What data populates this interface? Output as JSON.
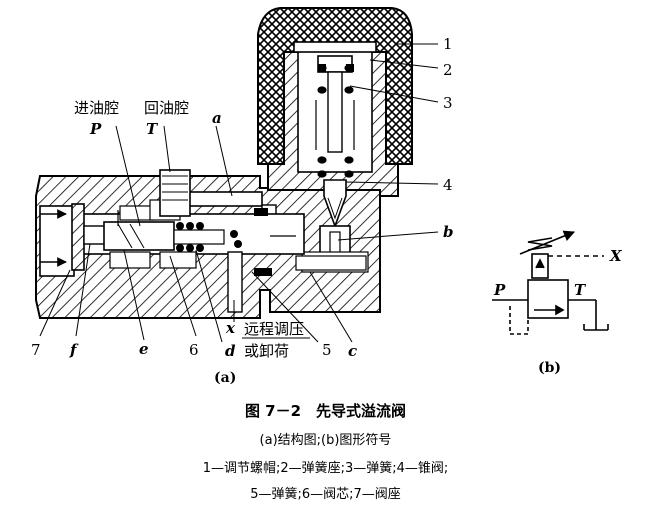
{
  "figure": {
    "part_numbers": [
      "1",
      "2",
      "3",
      "4",
      "5",
      "6",
      "7"
    ],
    "letter_labels": {
      "a": "a",
      "b": "b",
      "c": "c",
      "d": "d",
      "e": "e",
      "f": "f",
      "x": "x",
      "X": "X"
    },
    "port_labels": {
      "inlet_cn": "进油腔",
      "return_cn": "回油腔",
      "P_left": "P",
      "T_left": "T",
      "P_right": "P",
      "T_right": "T"
    },
    "remote_label_line1": "远程调压",
    "remote_label_line2": "或卸荷",
    "sub_a": "(a)",
    "sub_b": "(b)"
  },
  "caption": {
    "title": "图 7－2　先导式溢流阀",
    "line1": "(a)结构图;(b)图形符号",
    "line2": "1—调节螺帽;2—弹簧座;3—弹簧;4—锥阀;",
    "line3": "5—弹簧;6—阀芯;7—阀座"
  }
}
